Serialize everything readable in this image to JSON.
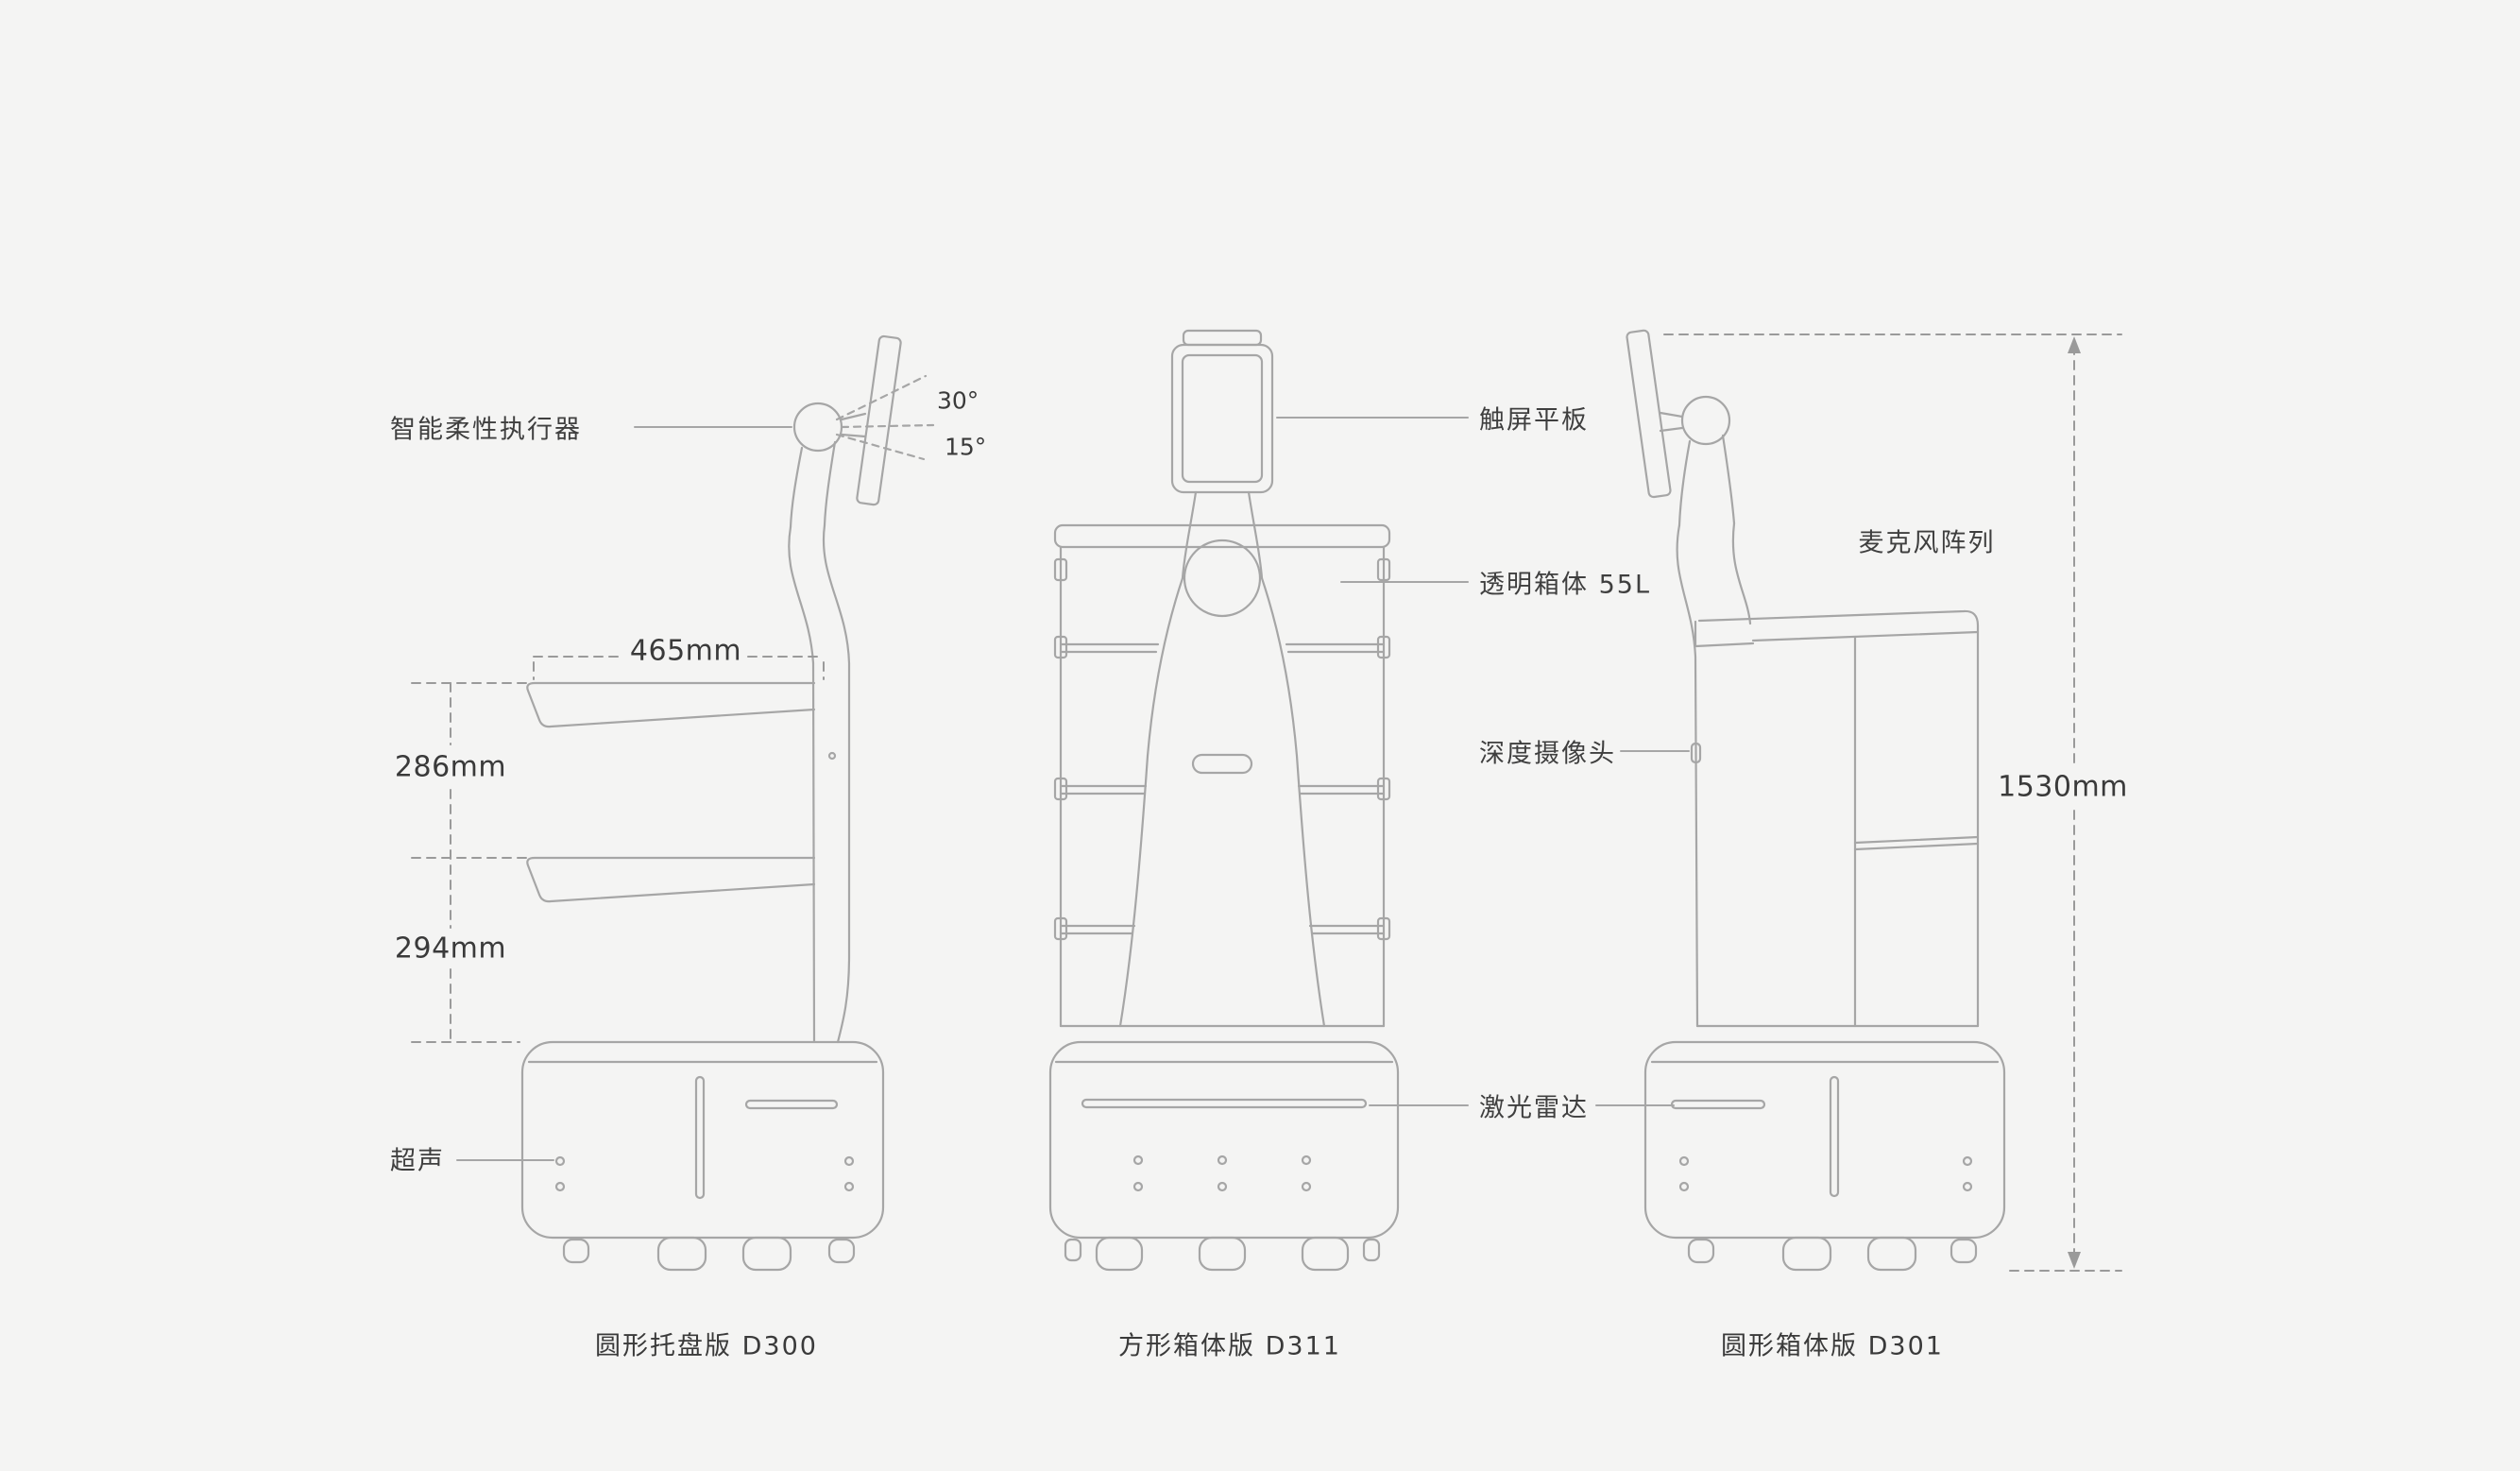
{
  "colors": {
    "background": "#f4f4f3",
    "line_art": "#a6a6a6",
    "dimension_line": "#9a9a9a",
    "label_text": "#3f3f3f"
  },
  "annotations": {
    "actuator": {
      "label": "智能柔性执行器"
    },
    "ultrasonic": {
      "label": "超声"
    },
    "touchscreen": {
      "label": "触屏平板"
    },
    "transparent_box": {
      "label": "透明箱体 55L"
    },
    "depth_camera": {
      "label": "深度摄像头"
    },
    "lidar": {
      "label": "激光雷达"
    },
    "mic_array": {
      "label": "麦克风阵列"
    }
  },
  "dimensions": {
    "tray_width": "465mm",
    "upper_tray_spacing": "286mm",
    "lower_tray_spacing": "294mm",
    "overall_height": "1530mm",
    "screen_tilt_up": "30°",
    "screen_tilt_down": "15°"
  },
  "models": [
    {
      "caption": "圆形托盘版 D300"
    },
    {
      "caption": "方形箱体版 D311"
    },
    {
      "caption": "圆形箱体版 D301"
    }
  ]
}
